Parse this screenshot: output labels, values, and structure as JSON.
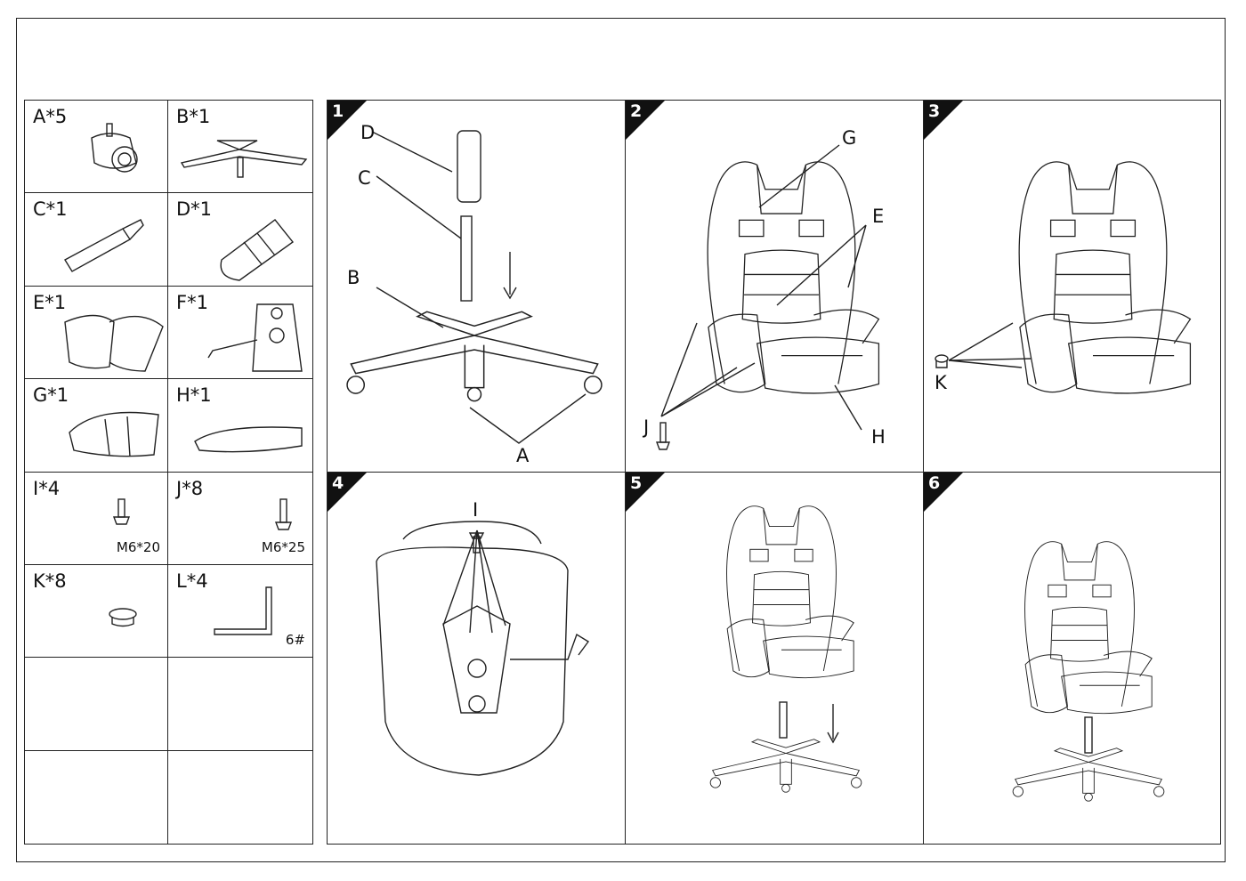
{
  "parts": [
    {
      "label": "A*5",
      "icon": "caster-wheel"
    },
    {
      "label": "B*1",
      "icon": "star-base"
    },
    {
      "label": "C*1",
      "icon": "gas-lift"
    },
    {
      "label": "D*1",
      "icon": "lift-cover"
    },
    {
      "label": "E*1",
      "icon": "armrests"
    },
    {
      "label": "F*1",
      "icon": "seat-mechanism"
    },
    {
      "label": "G*1",
      "icon": "backrest"
    },
    {
      "label": "H*1",
      "icon": "seat-cushion"
    },
    {
      "label": "I*4",
      "icon": "bolt",
      "spec": "M6*20"
    },
    {
      "label": "J*8",
      "icon": "bolt",
      "spec": "M6*25"
    },
    {
      "label": "K*8",
      "icon": "cap"
    },
    {
      "label": "L*4",
      "icon": "allen-key",
      "spec": "6#"
    }
  ],
  "steps": [
    {
      "number": "1",
      "callouts": {
        "d": "D",
        "c": "C",
        "b": "B",
        "a": "A"
      }
    },
    {
      "number": "2",
      "callouts": {
        "g": "G",
        "e": "E",
        "j": "J",
        "h": "H"
      }
    },
    {
      "number": "3",
      "callouts": {
        "k": "K"
      }
    },
    {
      "number": "4",
      "callouts": {
        "i": "I"
      }
    },
    {
      "number": "5",
      "callouts": {}
    },
    {
      "number": "6",
      "callouts": {}
    }
  ]
}
